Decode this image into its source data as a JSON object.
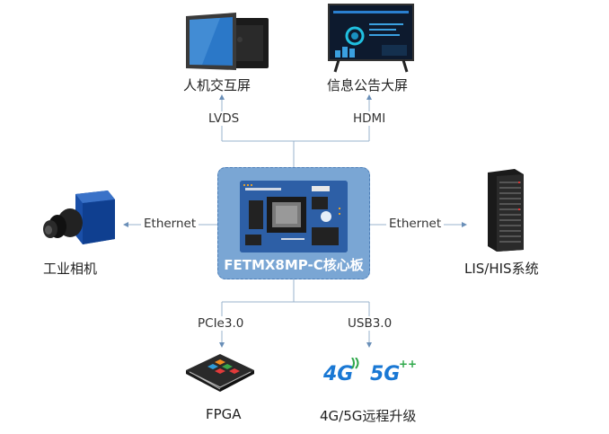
{
  "core_module": {
    "title": "FETMX8MP-C核心板"
  },
  "nodes": {
    "hmi": {
      "label": "人机交互屏"
    },
    "signage": {
      "label": "信息公告大屏"
    },
    "camera": {
      "label": "工业相机"
    },
    "server": {
      "label": "LIS/HIS系统"
    },
    "fpga": {
      "label": "FPGA"
    },
    "cellular": {
      "label": "4G/5G远程升级"
    }
  },
  "connections": {
    "lvds": "LVDS",
    "hdmi": "HDMI",
    "eth_left": "Ethernet",
    "eth_right": "Ethernet",
    "pcie": "PCIe3.0",
    "usb": "USB3.0"
  },
  "logos": {
    "g4": "4G",
    "g5": "5G",
    "g5_plus": "++"
  },
  "colors": {
    "accent": "#4a7fc1",
    "core_fill": "#7aa6d4",
    "board": "#2f63a8",
    "line": "#8aa8c8"
  }
}
